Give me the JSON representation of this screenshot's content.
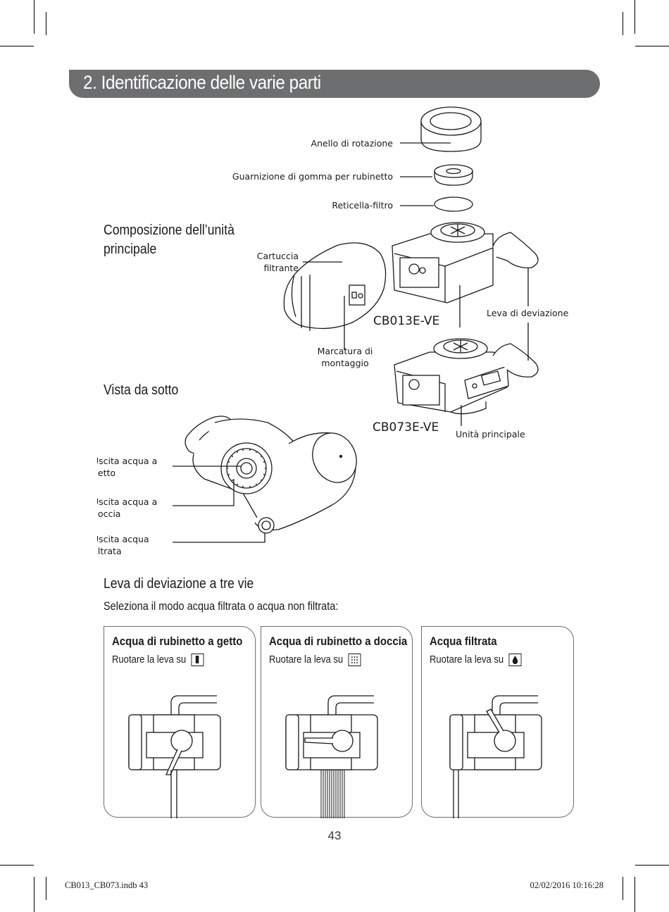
{
  "header": {
    "title": "2. Identificazione delle varie parti"
  },
  "top_parts": {
    "ring_label": "Anello di rotazione",
    "gasket_label": "Guarnizione di gomma per rubinetto",
    "mesh_label": "Reticella-filtro"
  },
  "main_unit": {
    "title_line1": "Composizione dell’unità",
    "title_line2": "principale",
    "cartridge_line1": "Cartuccia",
    "cartridge_line2": "filtrante",
    "mark_line1": "Marcatura di",
    "mark_line2": "montaggio",
    "lever_label": "Leva di deviazione",
    "model_a": "CB013E-VE",
    "model_b": "CB073E-VE",
    "unit_label": "Unità principale"
  },
  "bottom_view": {
    "title": "Vista da sotto",
    "jet_line1": "Uscita acqua a",
    "jet_line2": "getto",
    "shower_line1": "Uscita acqua a",
    "shower_line2": "doccia",
    "filtered_line1": "Uscita acqua",
    "filtered_line2": "filtrata"
  },
  "lever_section": {
    "title": "Leva di deviazione a tre vie",
    "subtitle": "Seleziona il modo acqua filtrata o acqua non filtrata:"
  },
  "modes": [
    {
      "title": "Acqua di rubinetto a getto",
      "instruction": "Ruotare la leva su",
      "icon": "jet-stream-icon"
    },
    {
      "title": "Acqua di rubinetto a doccia",
      "instruction": "Ruotare la leva su",
      "icon": "shower-dots-icon"
    },
    {
      "title": "Acqua filtrata",
      "instruction": "Ruotare la leva su",
      "icon": "water-drop-icon"
    }
  ],
  "page_number": "43",
  "footer": {
    "file": "CB013_CB073.indb   43",
    "timestamp": "02/02/2016   10:16:28"
  }
}
